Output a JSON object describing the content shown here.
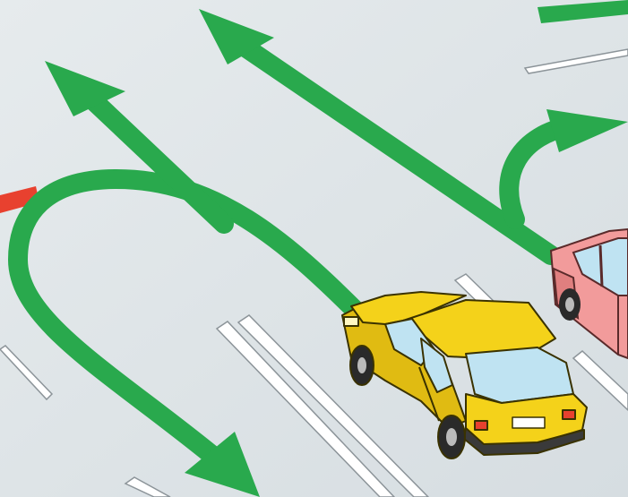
{
  "illustration": {
    "colors": {
      "road": "#dfe5e8",
      "road_shade": "#d3dade",
      "lane_line": "#ffffff",
      "lane_outline": "#8c9499",
      "arrow": "#29a94d",
      "stop_line": "#e8412f",
      "yellow_car": "#f4d21a",
      "yellow_car_dark": "#c9a90c",
      "pink_car": "#f29b9b",
      "pink_car_dark": "#c56d6d",
      "glass": "#bfe3f2",
      "tire": "#2a2a2a"
    },
    "icons": [
      "u-turn-arrow",
      "straight-arrow",
      "straight-arrow",
      "right-turn-arrow"
    ]
  }
}
